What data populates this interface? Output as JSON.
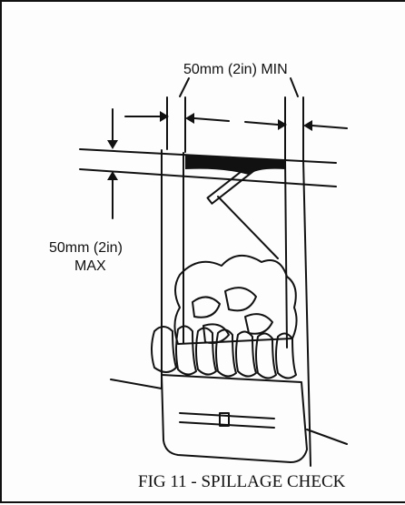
{
  "figure": {
    "min_label": "50mm (2in) MIN",
    "max_label_line1": "50mm (2in)",
    "max_label_line2": "MAX",
    "caption": "FIG 11 - SPILLAGE CHECK"
  }
}
